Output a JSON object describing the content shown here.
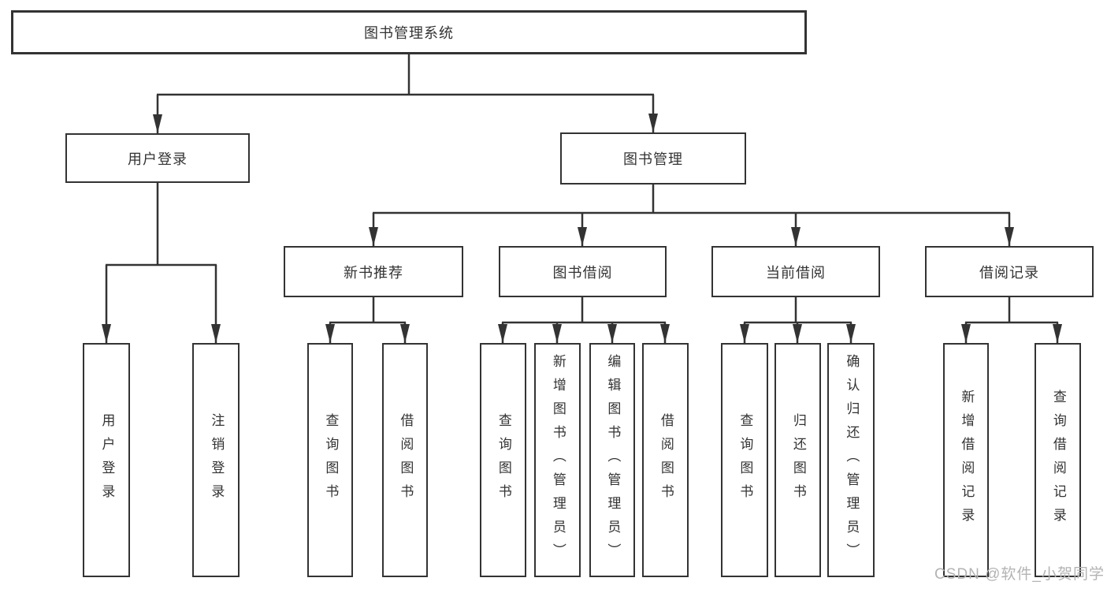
{
  "diagram": {
    "title": "图书管理系统",
    "nodes": {
      "root": "图书管理系统",
      "level2": {
        "user_login": "用户登录",
        "book_mgmt": "图书管理"
      },
      "level3": {
        "new_book_rec": "新书推荐",
        "book_borrow": "图书借阅",
        "current_borrow": "当前借阅",
        "borrow_records": "借阅记录"
      },
      "leaves": {
        "user_login": [
          "用户登录",
          "注销登录"
        ],
        "new_book_rec": [
          "查询图书",
          "借阅图书"
        ],
        "book_borrow": [
          "查询图书",
          "新增图书（管理员）",
          "编辑图书（管理员）",
          "借阅图书"
        ],
        "current_borrow": [
          "查询图书",
          "归还图书",
          "确认归还（管理员）"
        ],
        "borrow_records": [
          "新增借阅记录",
          "查询借阅记录"
        ]
      }
    },
    "hierarchy": {
      "图书管理系统": {
        "用户登录": [
          "用户登录",
          "注销登录"
        ],
        "图书管理": {
          "新书推荐": [
            "查询图书",
            "借阅图书"
          ],
          "图书借阅": [
            "查询图书",
            "新增图书（管理员）",
            "编辑图书（管理员）",
            "借阅图书"
          ],
          "当前借阅": [
            "查询图书",
            "归还图书",
            "确认归还（管理员）"
          ],
          "借阅记录": [
            "新增借阅记录",
            "查询借阅记录"
          ]
        }
      }
    },
    "colors": {
      "line": "#333333",
      "text": "#333333",
      "box_background": "#ffffff",
      "page_background": "#ffffff",
      "watermark": "#b3b3b3"
    },
    "watermark": "CSDN @软件_小贺同学"
  }
}
